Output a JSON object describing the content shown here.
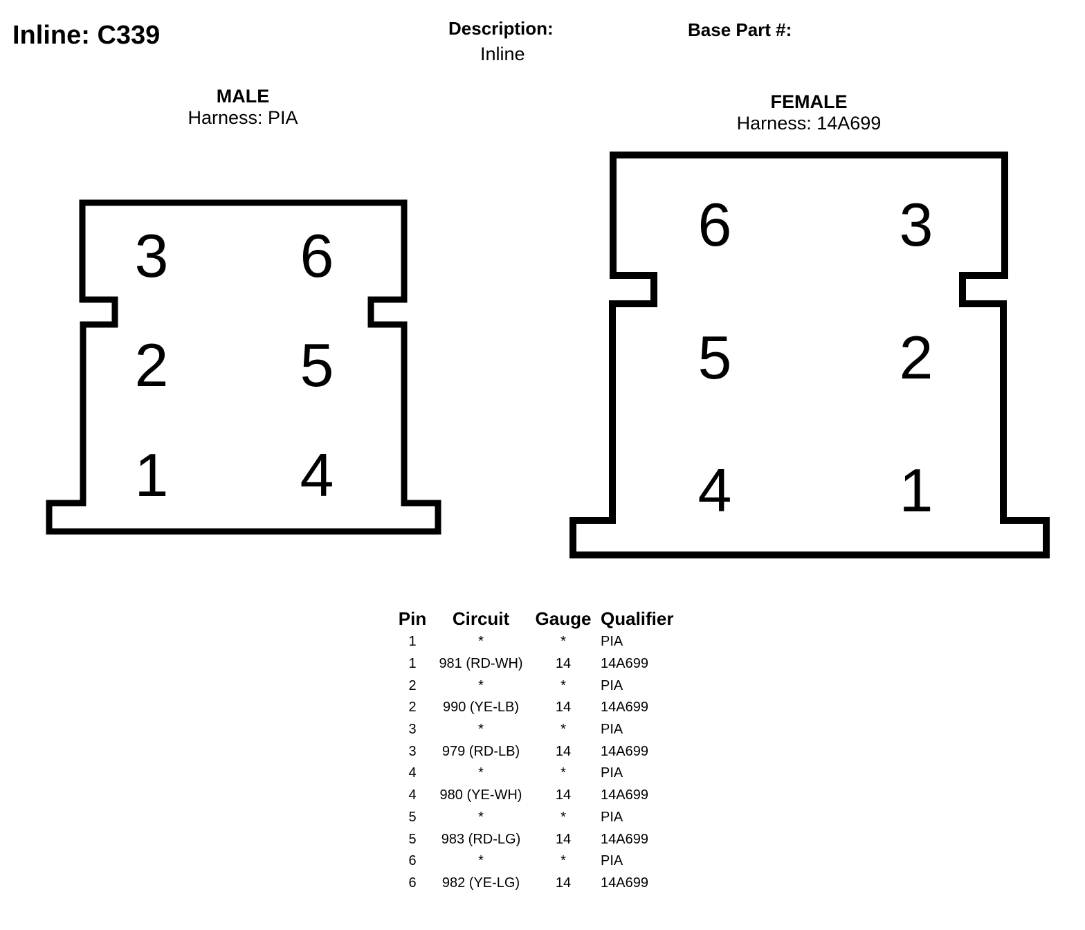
{
  "header": {
    "title": "Inline: C339",
    "description_label": "Description:",
    "description_value": "Inline",
    "base_part_label": "Base Part #:"
  },
  "male": {
    "kind": "MALE",
    "harness": "Harness: PIA",
    "pins": [
      "3",
      "6",
      "2",
      "5",
      "1",
      "4"
    ]
  },
  "female": {
    "kind": "FEMALE",
    "harness": "Harness: 14A699",
    "pins": [
      "6",
      "3",
      "5",
      "2",
      "4",
      "1"
    ]
  },
  "table": {
    "headers": [
      "Pin",
      "Circuit",
      "Gauge",
      "Qualifier"
    ],
    "rows": [
      [
        "1",
        "*",
        "*",
        "PIA"
      ],
      [
        "1",
        "981 (RD-WH)",
        "14",
        "14A699"
      ],
      [
        "2",
        "*",
        "*",
        "PIA"
      ],
      [
        "2",
        "990 (YE-LB)",
        "14",
        "14A699"
      ],
      [
        "3",
        "*",
        "*",
        "PIA"
      ],
      [
        "3",
        "979 (RD-LB)",
        "14",
        "14A699"
      ],
      [
        "4",
        "*",
        "*",
        "PIA"
      ],
      [
        "4",
        "980 (YE-WH)",
        "14",
        "14A699"
      ],
      [
        "5",
        "*",
        "*",
        "PIA"
      ],
      [
        "5",
        "983 (RD-LG)",
        "14",
        "14A699"
      ],
      [
        "6",
        "*",
        "*",
        "PIA"
      ],
      [
        "6",
        "982 (YE-LG)",
        "14",
        "14A699"
      ]
    ]
  }
}
